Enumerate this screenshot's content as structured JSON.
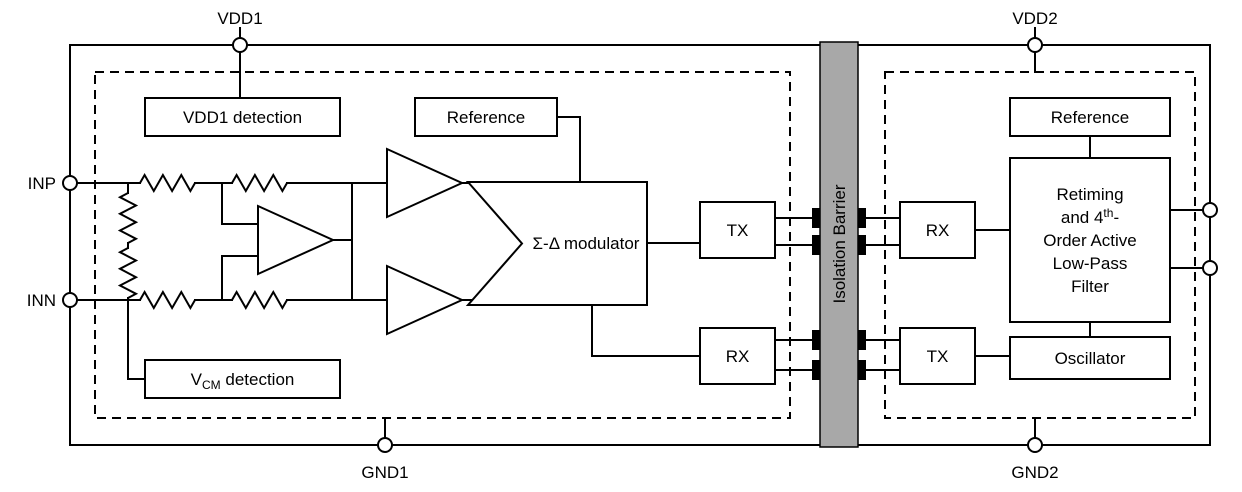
{
  "pins": {
    "vdd1": "VDD1",
    "vdd2": "VDD2",
    "gnd1": "GND1",
    "gnd2": "GND2",
    "inp": "INP",
    "inn": "INN"
  },
  "blocks": {
    "vdd1_detection": "VDD1 detection",
    "reference_left": "Reference",
    "modulator": "Σ-Δ modulator",
    "tx_left": "TX",
    "rx_left": "RX",
    "rx_right": "RX",
    "tx_right": "TX",
    "reference_right": "Reference",
    "oscillator": "Oscillator",
    "vcm_detection": {
      "pre": "V",
      "sub": "CM",
      "post": " detection"
    },
    "filter": {
      "line1": "Retiming",
      "line2_pre": "and 4",
      "line2_sup": "th",
      "line2_post": "-",
      "line3": "Order Active",
      "line4": "Low-Pass",
      "line5": "Filter"
    }
  },
  "barrier": {
    "label": "Isolation Barrier",
    "fill": "#a8a8a8"
  },
  "colors": {
    "line": "#000000",
    "background": "#ffffff"
  }
}
